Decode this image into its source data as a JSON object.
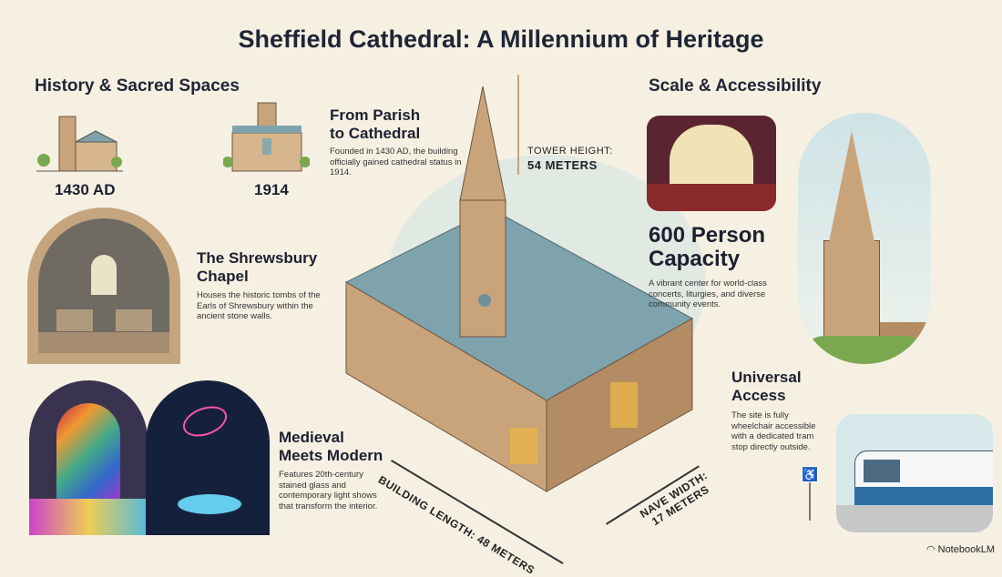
{
  "title": "Sheffield Cathedral: A Millennium of Heritage",
  "left_section": {
    "heading": "History & Sacred Spaces",
    "timeline": [
      {
        "year": "1430 AD"
      },
      {
        "year": "1914"
      }
    ],
    "parish": {
      "title_line1": "From Parish",
      "title_line2": "to Cathedral",
      "text": "Founded in 1430 AD, the building officially gained cathedral status in 1914."
    },
    "chapel": {
      "title_line1": "The Shrewsbury",
      "title_line2": "Chapel",
      "text": "Houses the historic tombs of the Earls of Shrewsbury within the ancient stone walls."
    },
    "medieval": {
      "title_line1": "Medieval",
      "title_line2": "Meets Modern",
      "text": "Features 20th-century stained glass and contemporary light shows that transform the interior."
    }
  },
  "center": {
    "tower_label_line1": "TOWER HEIGHT:",
    "tower_label_line2": "54 METERS",
    "length_label": "BUILDING LENGTH: 48 METERS",
    "width_label_line1": "NAVE WIDTH:",
    "width_label_line2": "17 METERS"
  },
  "right_section": {
    "heading": "Scale & Accessibility",
    "capacity": {
      "title_line1": "600 Person",
      "title_line2": "Capacity",
      "text": "A vibrant center for world-class concerts, liturgies, and diverse community events."
    },
    "access": {
      "title_line1": "Universal",
      "title_line2": "Access",
      "text": "The site is fully wheelchair accessible with a dedicated tram stop directly outside."
    }
  },
  "footer": {
    "brand": "NotebookLM"
  },
  "colors": {
    "background": "#f6f0e3",
    "stone": "#c9a47a",
    "roof": "#7fa3ad",
    "sky": "#cfe3e6"
  }
}
